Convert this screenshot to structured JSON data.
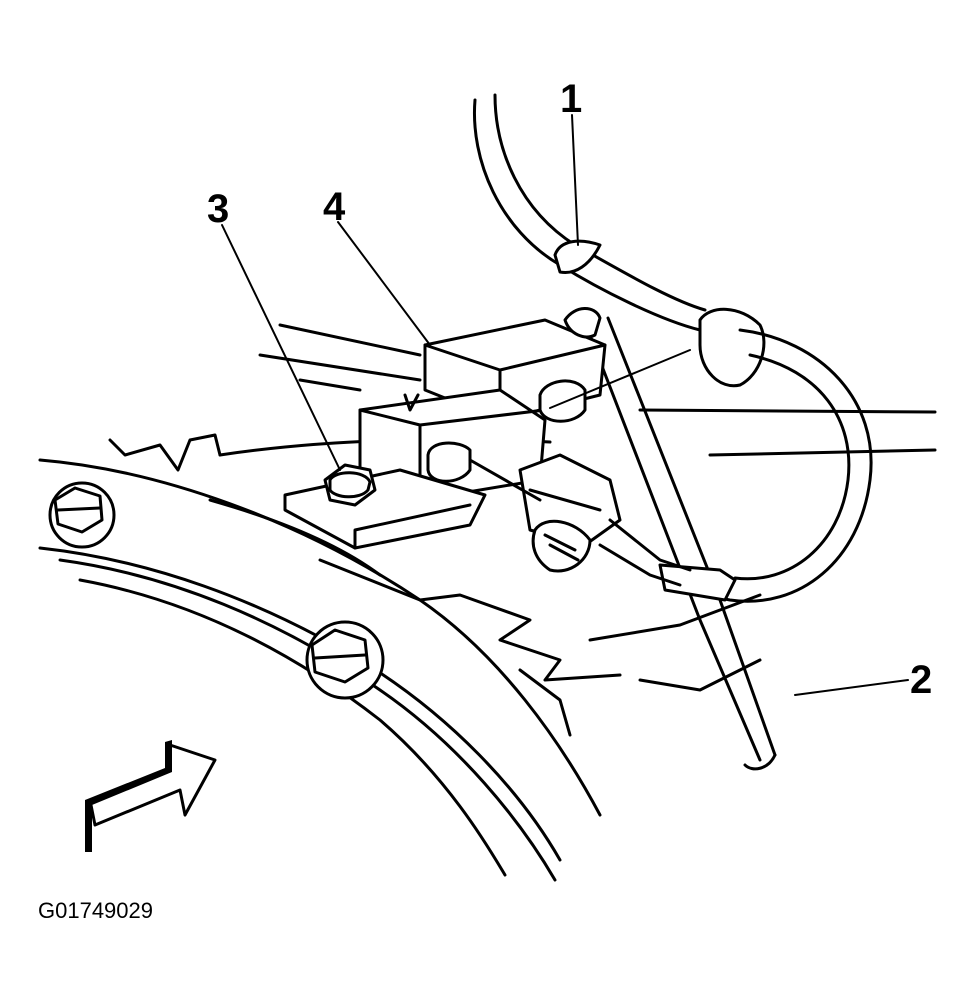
{
  "diagram": {
    "callouts": [
      {
        "id": "callout-1",
        "label": "1"
      },
      {
        "id": "callout-2",
        "label": "2"
      },
      {
        "id": "callout-3",
        "label": "3"
      },
      {
        "id": "callout-4",
        "label": "4"
      }
    ],
    "figure_id": "G01749029",
    "line_color": "#000000",
    "background_color": "#ffffff"
  }
}
